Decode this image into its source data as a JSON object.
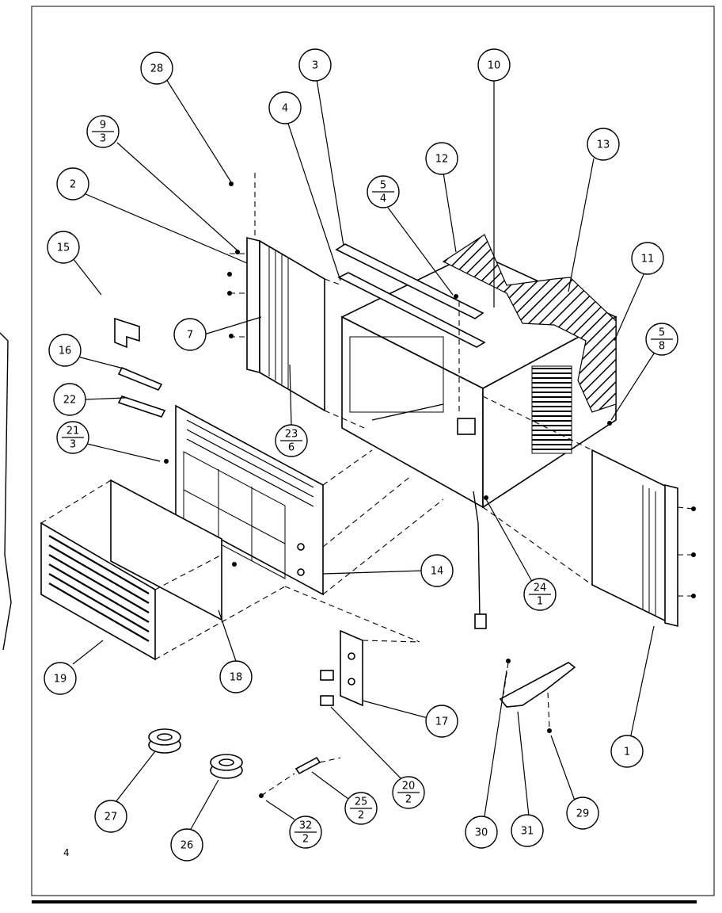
{
  "diagram": {
    "page_number": "4",
    "callouts": [
      {
        "id": "c28",
        "label": "28"
      },
      {
        "id": "c9",
        "num": "9",
        "den": "3"
      },
      {
        "id": "c2",
        "label": "2"
      },
      {
        "id": "c15",
        "label": "15"
      },
      {
        "id": "c16",
        "label": "16"
      },
      {
        "id": "c22",
        "label": "22"
      },
      {
        "id": "c21",
        "num": "21",
        "den": "3"
      },
      {
        "id": "c7",
        "label": "7"
      },
      {
        "id": "c4",
        "label": "4"
      },
      {
        "id": "c3",
        "label": "3"
      },
      {
        "id": "c5a",
        "num": "5",
        "den": "4"
      },
      {
        "id": "c10",
        "label": "10"
      },
      {
        "id": "c12",
        "label": "12"
      },
      {
        "id": "c13",
        "label": "13"
      },
      {
        "id": "c11",
        "label": "11"
      },
      {
        "id": "c5b",
        "num": "5",
        "den": "8"
      },
      {
        "id": "c23",
        "num": "23",
        "den": "6"
      },
      {
        "id": "c14",
        "label": "14"
      },
      {
        "id": "c24",
        "num": "24",
        "den": "1"
      },
      {
        "id": "c1",
        "label": "1"
      },
      {
        "id": "c19",
        "label": "19"
      },
      {
        "id": "c18",
        "label": "18"
      },
      {
        "id": "c17",
        "label": "17"
      },
      {
        "id": "c20",
        "num": "20",
        "den": "2"
      },
      {
        "id": "c27",
        "label": "27"
      },
      {
        "id": "c26",
        "label": "26"
      },
      {
        "id": "c25",
        "num": "25",
        "den": "2"
      },
      {
        "id": "c32",
        "num": "32",
        "den": "2"
      },
      {
        "id": "c30",
        "label": "30"
      },
      {
        "id": "c31",
        "label": "31"
      },
      {
        "id": "c29",
        "label": "29"
      }
    ]
  }
}
